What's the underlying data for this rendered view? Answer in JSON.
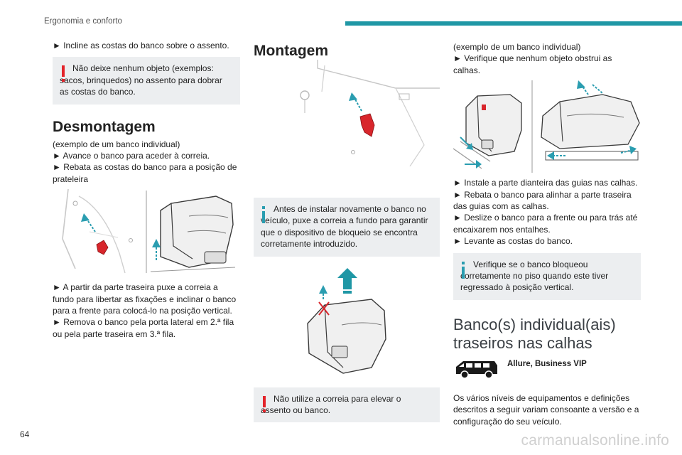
{
  "header": {
    "section": "Ergonomia e conforto",
    "accent": "#1f97a5"
  },
  "page_number": "64",
  "watermark": "carmanualsonline.info",
  "colors": {
    "warning": "#e3232a",
    "info": "#2a9db0",
    "note_bg": "#eceef0"
  },
  "col1": {
    "intro": "► Incline as costas do banco sobre o assento.",
    "warning": "Não deixe nenhum objeto (exemplos: sacos, brinquedos) no assento para dobrar as costas do banco.",
    "heading": "Desmontagem",
    "line1": "(exemplo de um banco individual)",
    "line2": "► Avance o banco para aceder à correia.",
    "line3": "► Rebata as costas do banco para a posição de prateleira",
    "after1": "► A partir da parte traseira puxe a correia a fundo para libertar as fixações e inclinar o banco para a frente para colocá-lo na posição vertical.",
    "after2": "► Remova o banco pela porta lateral em 2.ª fila ou pela parte traseira em 3.ª fila."
  },
  "col2": {
    "heading": "Montagem",
    "info": "Antes de instalar novamente o banco no veículo, puxe a correia a fundo para garantir que o dispositivo de bloqueio se encontra corretamente introduzido.",
    "warning": "Não utilize a correia para elevar o assento ou banco."
  },
  "col3": {
    "line1": "(exemplo de um banco individual)",
    "line2": "► Verifique que nenhum objeto obstrui as calhas.",
    "step1": "► Instale a parte dianteira das guias nas calhas.",
    "step2": "► Rebata o banco para alinhar a parte traseira das guias com as calhas.",
    "step3": "► Deslize o banco para a frente ou para trás até encaixarem nos entalhes.",
    "step4": "► Levante as costas do banco.",
    "info": "Verifique se o banco bloqueou corretamente no piso quando este tiver regressado à posição vertical.",
    "heading": "Banco(s) individual(ais) traseiros nas calhas",
    "trim": "Allure, Business VIP",
    "desc": "Os vários níveis de equipamentos e definições descritos a seguir variam consoante a versão e a configuração do seu veículo."
  }
}
